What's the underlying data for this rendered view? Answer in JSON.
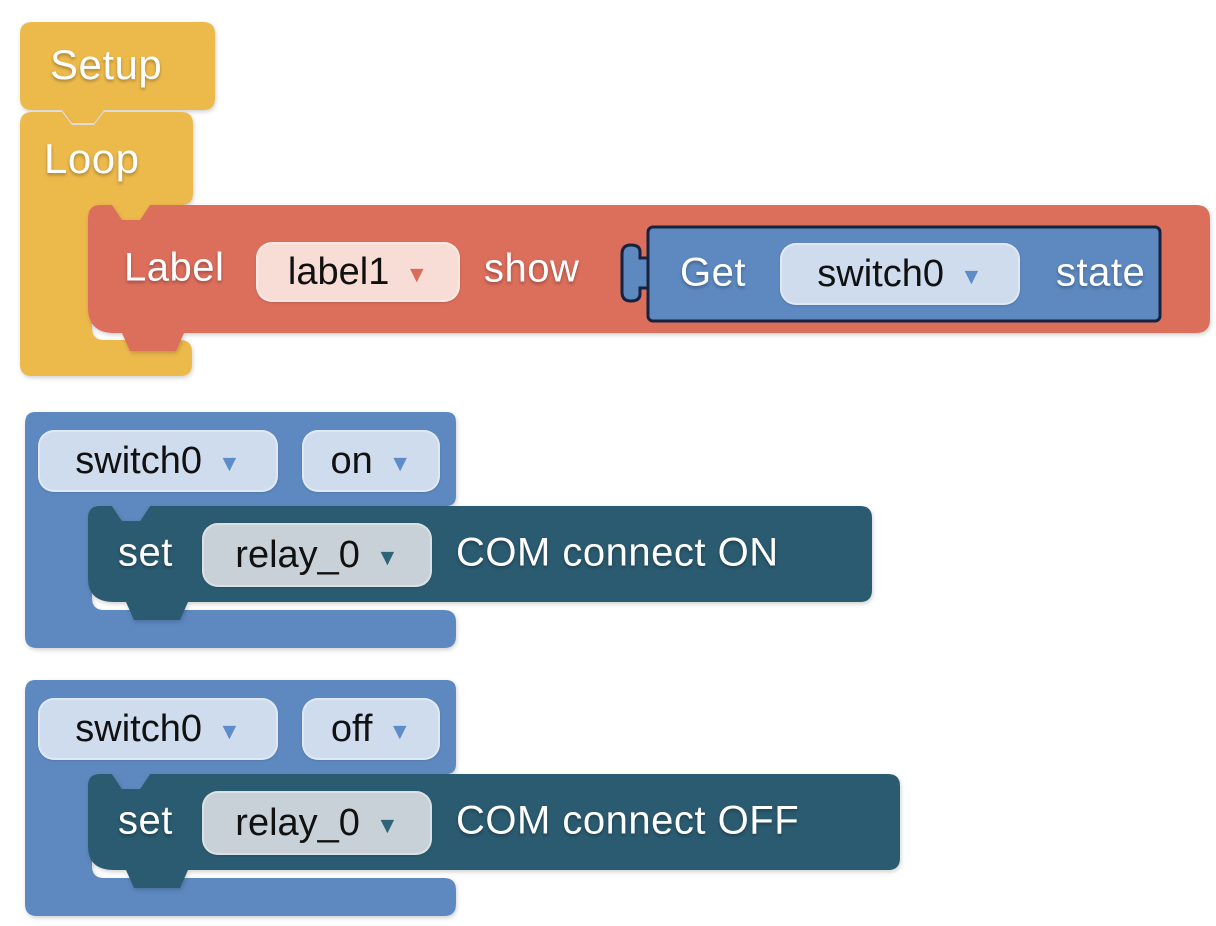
{
  "colors": {
    "background": "#ffffff",
    "yellow_block": "#ECB94B",
    "red_block": "#DC6E5C",
    "red_dropdown_bg": "#F8DCD6",
    "red_dropdown_arrow": "#D96B5B",
    "blue_block": "#5D89C0",
    "blue_dropdown_bg": "#CEDCEE",
    "blue_dropdown_arrow": "#5E8CC8",
    "teal_block": "#2B5B70",
    "teal_dropdown_bg": "#C7D1D7",
    "teal_dropdown_arrow": "#2F6478",
    "get_block_border": "#16233E",
    "block_text": "#ffffff",
    "dropdown_text": "#111111"
  },
  "blocks": {
    "setup": {
      "label": "Setup"
    },
    "loop": {
      "label": "Loop"
    },
    "label_show": {
      "keyword": "Label",
      "label_dropdown_value": "label1",
      "action": "show"
    },
    "get_state": {
      "keyword": "Get",
      "device_dropdown_value": "switch0",
      "suffix": "state"
    },
    "switch_on_event": {
      "device_dropdown_value": "switch0",
      "state_dropdown_value": "on"
    },
    "set_relay_on": {
      "keyword": "set",
      "relay_dropdown_value": "relay_0",
      "suffix": "COM connect ON"
    },
    "switch_off_event": {
      "device_dropdown_value": "switch0",
      "state_dropdown_value": "off"
    },
    "set_relay_off": {
      "keyword": "set",
      "relay_dropdown_value": "relay_0",
      "suffix": "COM connect OFF"
    }
  }
}
